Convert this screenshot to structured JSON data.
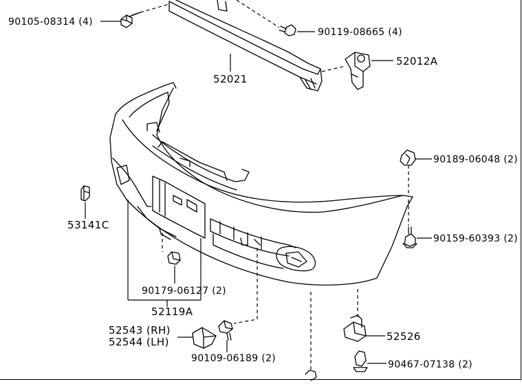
{
  "callouts": [
    {
      "id": "c1",
      "part": "90105-08314",
      "qty": "(4)"
    },
    {
      "id": "c2",
      "part": "90119-08665",
      "qty": "(4)"
    },
    {
      "id": "c3",
      "part": "52021",
      "qty": ""
    },
    {
      "id": "c4",
      "part": "52012A",
      "qty": ""
    },
    {
      "id": "c5",
      "part": "90189-06048",
      "qty": "(2)"
    },
    {
      "id": "c6",
      "part": "53141C",
      "qty": ""
    },
    {
      "id": "c7",
      "part": "90159-60393",
      "qty": "(2)"
    },
    {
      "id": "c8",
      "part": "90179-06127",
      "qty": "(2)"
    },
    {
      "id": "c9",
      "part": "52119A",
      "qty": ""
    },
    {
      "id": "c10",
      "part": "52543 (RH)",
      "qty": ""
    },
    {
      "id": "c11",
      "part": "52544 (LH)",
      "qty": ""
    },
    {
      "id": "c12",
      "part": "52526",
      "qty": ""
    },
    {
      "id": "c13",
      "part": "90109-06189",
      "qty": "(2)"
    },
    {
      "id": "c14",
      "part": "90467-07138",
      "qty": "(2)"
    }
  ],
  "colors": {
    "line": "#000000",
    "background": "#ffffff"
  }
}
